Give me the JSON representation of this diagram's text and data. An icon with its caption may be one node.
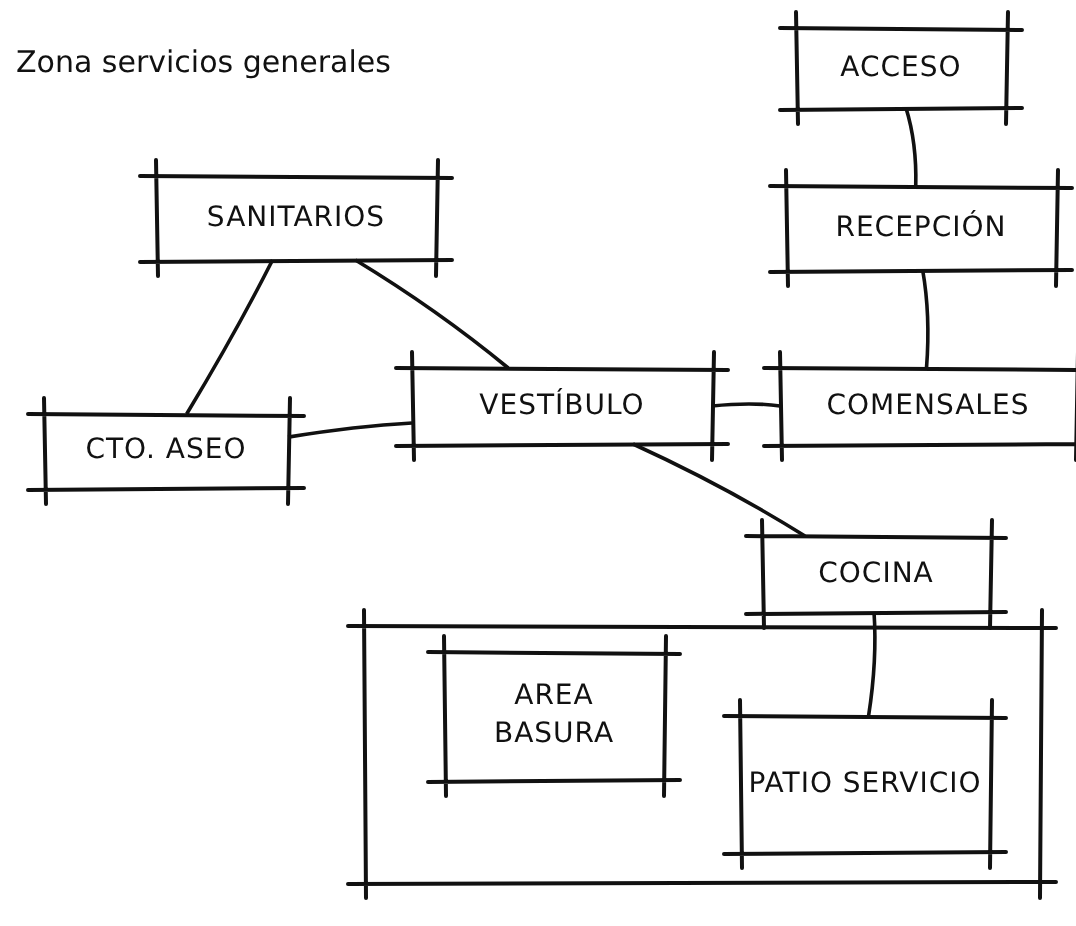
{
  "diagram": {
    "title": "Zona servicios generales",
    "nodes": [
      {
        "text": [
          "ACCESO"
        ]
      },
      {
        "text": [
          "SANITARIOS"
        ]
      },
      {
        "text": [
          "RECEPCIÓN"
        ]
      },
      {
        "text": [
          "CTO. ASEO"
        ]
      },
      {
        "text": [
          "VESTÍBULO"
        ]
      },
      {
        "text": [
          "COMENSALES"
        ]
      },
      {
        "text": [
          "COCINA"
        ]
      },
      {
        "text": [],
        "shape": "box"
      },
      {
        "text": [
          "AREA BASURA"
        ],
        "in": 7
      },
      {
        "text": [
          "PATIO SERVICIO"
        ],
        "in": 7
      }
    ],
    "edges": [
      {
        "from": 0,
        "to": 2,
        "arrow": "none"
      },
      {
        "from": 2,
        "to": 5,
        "arrow": "none"
      },
      {
        "from": 1,
        "to": 3,
        "arrow": "none"
      },
      {
        "from": 1,
        "to": 4,
        "arrow": "none"
      },
      {
        "from": 3,
        "to": 4,
        "arrow": "none"
      },
      {
        "from": 4,
        "to": 5,
        "arrow": "none"
      },
      {
        "from": 4,
        "to": 6,
        "arrow": "none"
      },
      {
        "from": 6,
        "to": 9,
        "arrow": "none"
      }
    ]
  }
}
